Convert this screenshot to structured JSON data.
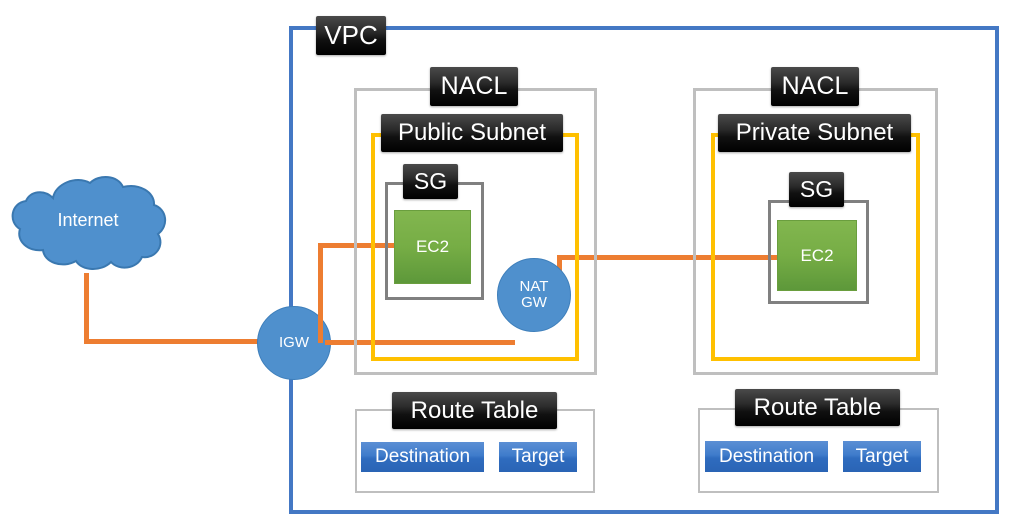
{
  "diagram": {
    "title": "AWS VPC network architecture diagram",
    "colors": {
      "vpc_border": "#4478c4",
      "nacl_border": "#bfbfbf",
      "subnet_border": "#ffc000",
      "sg_border": "#808080",
      "ec2_fill": "#76ad45",
      "gateway_fill": "#4f90cd",
      "connector": "#ed7d31",
      "label_fill": "#000000",
      "route_cell_fill": "#2f6cbf"
    },
    "internet": {
      "label": "Internet",
      "shape": "cloud-icon"
    },
    "vpc": {
      "label": "VPC"
    },
    "gateways": [
      {
        "id": "igw",
        "label": "IGW",
        "lines": [
          "IGW"
        ],
        "shape": "circle"
      },
      {
        "id": "nat",
        "label": "NAT GW",
        "lines": [
          "NAT",
          "GW"
        ],
        "shape": "circle"
      }
    ],
    "zones": [
      {
        "id": "public",
        "nacl_label": "NACL",
        "subnet_label": "Public Subnet",
        "sg_label": "SG",
        "instance_label": "EC2",
        "route_table": {
          "label": "Route Table",
          "columns": [
            "Destination",
            "Target"
          ]
        }
      },
      {
        "id": "private",
        "nacl_label": "NACL",
        "subnet_label": "Private Subnet",
        "sg_label": "SG",
        "instance_label": "EC2",
        "route_table": {
          "label": "Route Table",
          "columns": [
            "Destination",
            "Target"
          ]
        }
      }
    ]
  }
}
